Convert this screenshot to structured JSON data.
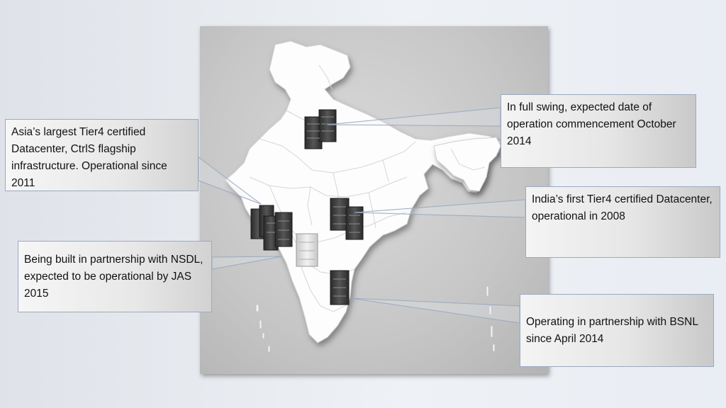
{
  "callouts": {
    "chennai_ctrls": "Asia’s largest Tier4 certified Datacenter, CtrlS flagship infrastructure. Operational since 2011",
    "north": "In full swing, expected date of operation commencement October 2014",
    "hyderabad": "India’s first Tier4 certified Datacenter, operational in 2008",
    "nsdl": "Being built in partnership with NSDL, expected to be operational by JAS 2015",
    "bsnl": "Operating in partnership with BSNL since April 2014"
  },
  "colors": {
    "map_land": "#ffffff",
    "map_border": "#cfcfcf",
    "panel_bg": "#c6c6c6",
    "leader_line": "#9aa9c0",
    "server_dark": "#3a3a3a",
    "server_planned": "#dcdcdc"
  }
}
